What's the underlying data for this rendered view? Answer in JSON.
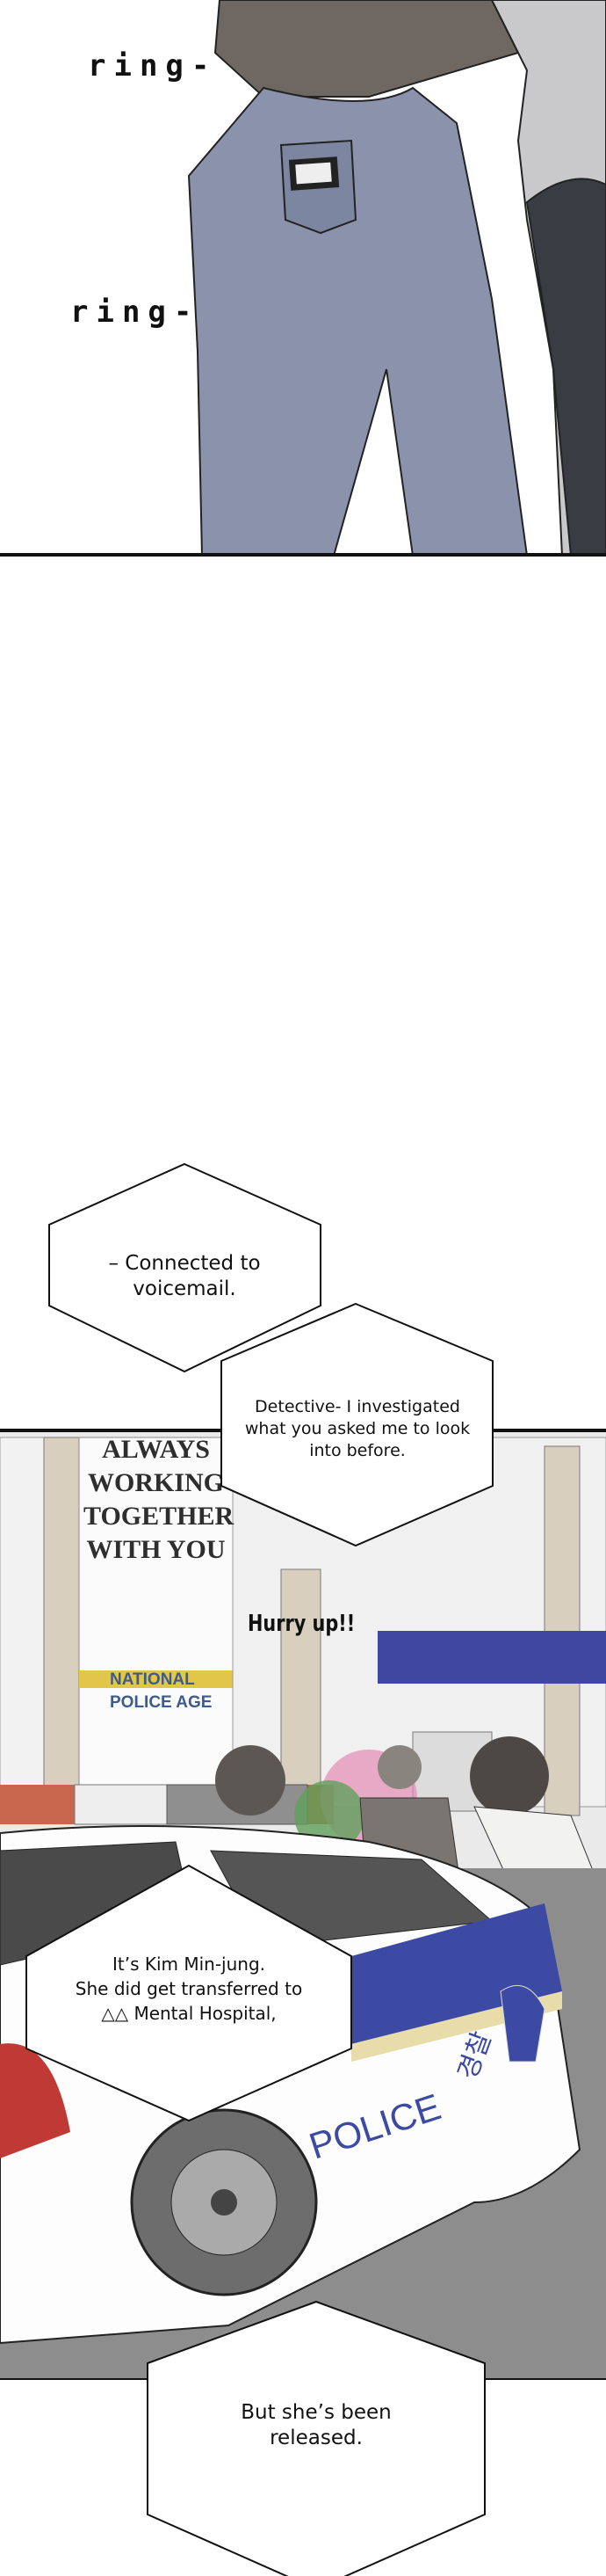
{
  "panel1": {
    "sfx": [
      "ring-",
      "ring-"
    ]
  },
  "panel2": {
    "banner": {
      "lines": [
        "ALWAYS",
        "WORKING",
        "TOGETHER",
        "WITH YOU"
      ],
      "agency": [
        "NATIONAL",
        "POLICE AGE"
      ]
    },
    "shout": "Hurry up!!",
    "car_text": "POLICE",
    "car_korean": "경찰"
  },
  "bubbles": [
    {
      "lines": [
        "– Connected to",
        "voicemail."
      ]
    },
    {
      "lines": [
        "Detective- I investigated",
        "what you asked me to look",
        "into before."
      ]
    },
    {
      "lines": [
        "It’s Kim Min-jung.",
        "She did get transferred to",
        "△△ Mental Hospital,"
      ]
    },
    {
      "lines": [
        "But she’s been",
        "released."
      ]
    }
  ],
  "colors": {
    "jeans": "#8a93ab",
    "police_blue": "#3d4aa3",
    "ink": "#111111"
  }
}
